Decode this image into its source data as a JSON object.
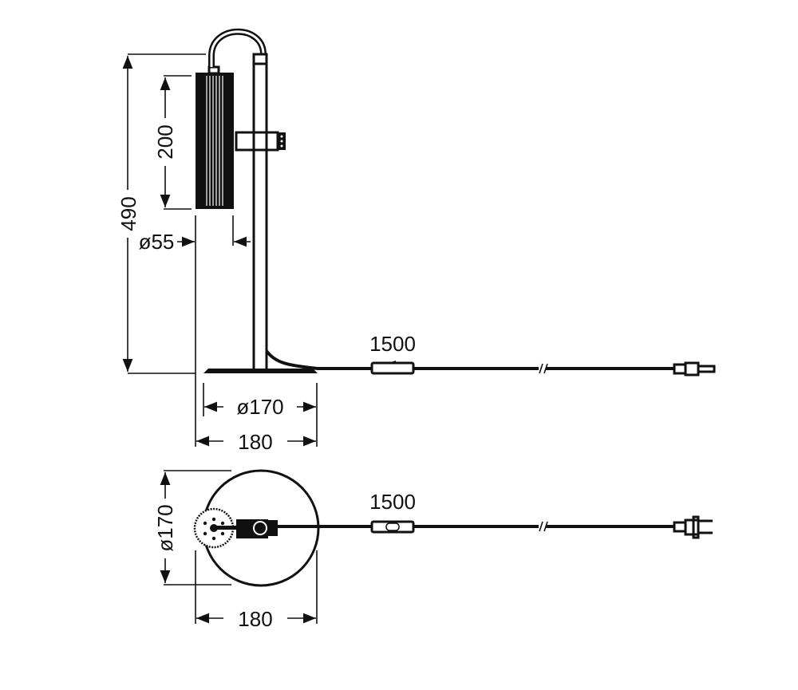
{
  "side_view": {
    "height_total": "490",
    "head_height": "200",
    "head_diameter": "ø55",
    "base_diameter": "ø170",
    "base_width": "180",
    "cable_length": "1500"
  },
  "top_view": {
    "base_diameter": "ø170",
    "base_width": "180",
    "cable_length": "1500"
  },
  "colors": {
    "line": "#111111",
    "background": "#ffffff"
  }
}
